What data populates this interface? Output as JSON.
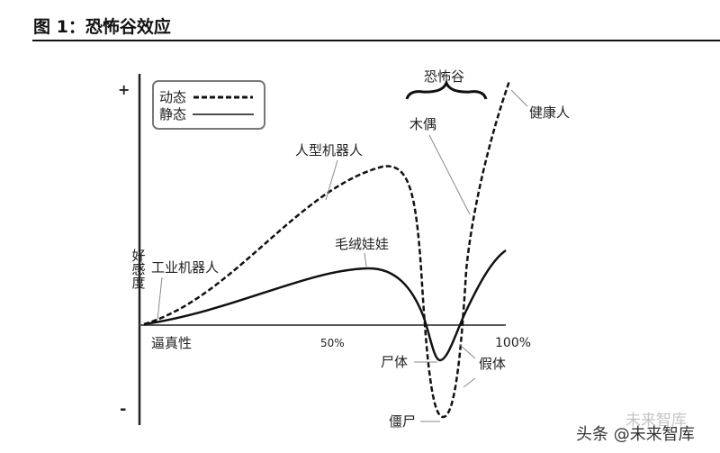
{
  "title": "图 1：恐怖谷效应",
  "legend": {
    "dynamic": "动态",
    "static": "静态"
  },
  "axes": {
    "y_label": "好感度",
    "y_plus": "+",
    "y_minus": "-",
    "x_label": "逼真性",
    "x_mid": "50%",
    "x_end": "100%"
  },
  "annotations": {
    "valley": "恐怖谷",
    "humanoid_robot": "人型机器人",
    "industrial_robot": "工业机器人",
    "stuffed_toy": "毛绒娃娃",
    "puppet": "木偶",
    "healthy_person": "健康人",
    "corpse": "尸体",
    "prosthetic": "假体",
    "zombie": "僵尸"
  },
  "watermark": {
    "line1": "未来智库",
    "line2": "头条 @未来智库"
  }
}
